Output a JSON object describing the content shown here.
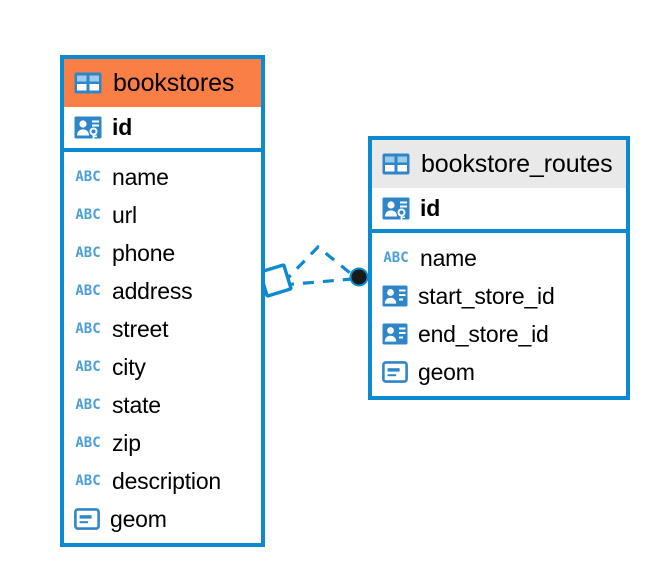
{
  "diagram": {
    "type": "entity-relationship-diagram",
    "background_color": "#ffffff",
    "accent_color": "#0b8ad0",
    "highlight_color": "#fa7f47",
    "field_icon_color": "#4a9fd8"
  },
  "entities": [
    {
      "name": "bookstores",
      "header_icon": "table-icon",
      "header_color": "#fa7f47",
      "primary_key": {
        "label": "id",
        "icon": "primary-key-icon"
      },
      "fields": [
        {
          "label": "name",
          "icon": "abc-text-icon",
          "icon_text": "ABC"
        },
        {
          "label": "url",
          "icon": "abc-text-icon",
          "icon_text": "ABC"
        },
        {
          "label": "phone",
          "icon": "abc-text-icon",
          "icon_text": "ABC"
        },
        {
          "label": "address",
          "icon": "abc-text-icon",
          "icon_text": "ABC"
        },
        {
          "label": "street",
          "icon": "abc-text-icon",
          "icon_text": "ABC"
        },
        {
          "label": "city",
          "icon": "abc-text-icon",
          "icon_text": "ABC"
        },
        {
          "label": "state",
          "icon": "abc-text-icon",
          "icon_text": "ABC"
        },
        {
          "label": "zip",
          "icon": "abc-text-icon",
          "icon_text": "ABC"
        },
        {
          "label": "description",
          "icon": "abc-text-icon",
          "icon_text": "ABC"
        },
        {
          "label": "geom",
          "icon": "geometry-icon",
          "icon_text": ""
        }
      ]
    },
    {
      "name": "bookstore_routes",
      "header_icon": "table-icon",
      "header_color": "#e9e9e9",
      "primary_key": {
        "label": "id",
        "icon": "primary-key-icon"
      },
      "fields": [
        {
          "label": "name",
          "icon": "abc-text-icon",
          "icon_text": "ABC"
        },
        {
          "label": "start_store_id",
          "icon": "foreign-key-icon",
          "icon_text": ""
        },
        {
          "label": "end_store_id",
          "icon": "foreign-key-icon",
          "icon_text": ""
        },
        {
          "label": "geom",
          "icon": "geometry-icon",
          "icon_text": ""
        }
      ]
    }
  ],
  "relationships": [
    {
      "from": "bookstores",
      "to": "bookstore_routes",
      "line_style": "dashed",
      "source_marker": "diamond",
      "target_marker": "filled-circle",
      "color": "#0b8ad0",
      "path": "straight"
    },
    {
      "from": "bookstores",
      "to": "bookstore_routes",
      "line_style": "dashed",
      "source_marker": "diamond",
      "target_marker": "filled-circle",
      "color": "#0b8ad0",
      "path": "arc"
    }
  ]
}
